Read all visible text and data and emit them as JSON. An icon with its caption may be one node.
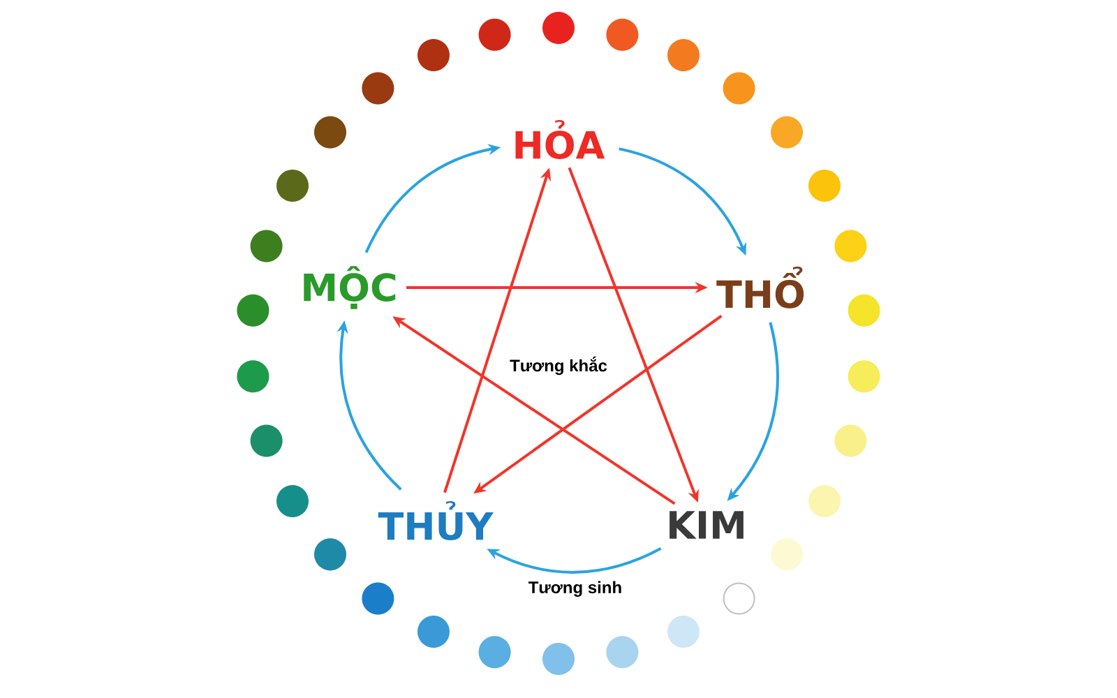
{
  "diagram": {
    "nodes": [
      {
        "text": [
          "HỎA"
        ]
      },
      {
        "text": [
          "THỔ"
        ]
      },
      {
        "text": [
          "KIM"
        ]
      },
      {
        "text": [
          "THỦY"
        ]
      },
      {
        "text": [
          "MỘC"
        ]
      }
    ],
    "edges": [
      {
        "from": 4,
        "to": 0,
        "arrow": "to",
        "color": "#2aa3e0"
      },
      {
        "from": 0,
        "to": 1,
        "arrow": "to",
        "color": "#2aa3e0"
      },
      {
        "from": 1,
        "to": 2,
        "arrow": "to",
        "color": "#2aa3e0"
      },
      {
        "from": 2,
        "to": 3,
        "arrow": "to",
        "color": "#2aa3e0",
        "label": "Tương sinh"
      },
      {
        "from": 3,
        "to": 4,
        "arrow": "to",
        "color": "#2aa3e0"
      },
      {
        "from": 3,
        "to": 0,
        "arrow": "to",
        "color": "#f2342a"
      },
      {
        "from": 0,
        "to": 2,
        "arrow": "to",
        "color": "#f2342a"
      },
      {
        "from": 2,
        "to": 4,
        "arrow": "to",
        "color": "#f2342a"
      },
      {
        "from": 4,
        "to": 1,
        "arrow": "to",
        "color": "#f2342a"
      },
      {
        "from": 1,
        "to": 3,
        "arrow": "to",
        "color": "#f2342a"
      }
    ],
    "labels": [
      "Tương khắc"
    ]
  }
}
